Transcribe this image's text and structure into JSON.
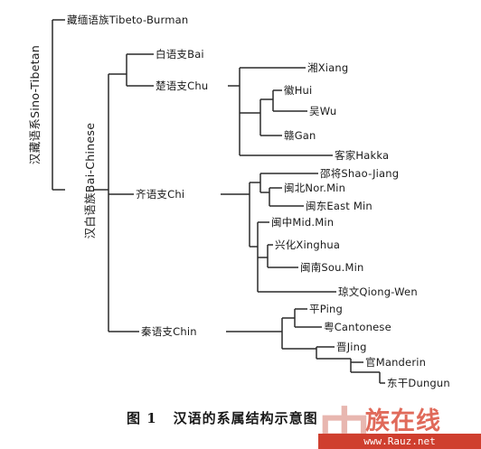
{
  "labels": {
    "sino_tibetan": "汉藏语系Sino-Tibetan",
    "tibeto_burman": "藏缅语族Tibeto-Burman",
    "bai_chinese": "汉白语族Bai-Chinese",
    "bai": "白语支Bai",
    "chu": "楚语支Chu",
    "xiang": "湘Xiang",
    "hui": "徽Hui",
    "wu": "吴Wu",
    "gan": "赣Gan",
    "hakka": "客家Hakka",
    "chi": "齐语支Chi",
    "shao_jiang": "邵将Shao-Jiang",
    "nor_min": "闽北Nor.Min",
    "east_min": "闽东East Min",
    "mid_min": "闽中Mid.Min",
    "xinghua": "兴化Xinghua",
    "sou_min": "闽南Sou.Min",
    "qiong_wen": "琼文Qiong-Wen",
    "chin": "秦语支Chin",
    "ping": "平Ping",
    "cantonese": "粤Cantonese",
    "jing": "晋Jing",
    "manderin": "官Manderin",
    "dungun": "东干Dungun"
  },
  "caption": {
    "number": "图 1",
    "title": "汉语的系属结构示意图"
  },
  "watermark": {
    "mark": "中",
    "text": "族在线",
    "url": "www.Rauz.net"
  },
  "colors": {
    "line": "#2a2a2a",
    "watermark_light": "#e8b7b0",
    "watermark_text": "#e06a5a",
    "watermark_bar": "#cf3f2f"
  }
}
